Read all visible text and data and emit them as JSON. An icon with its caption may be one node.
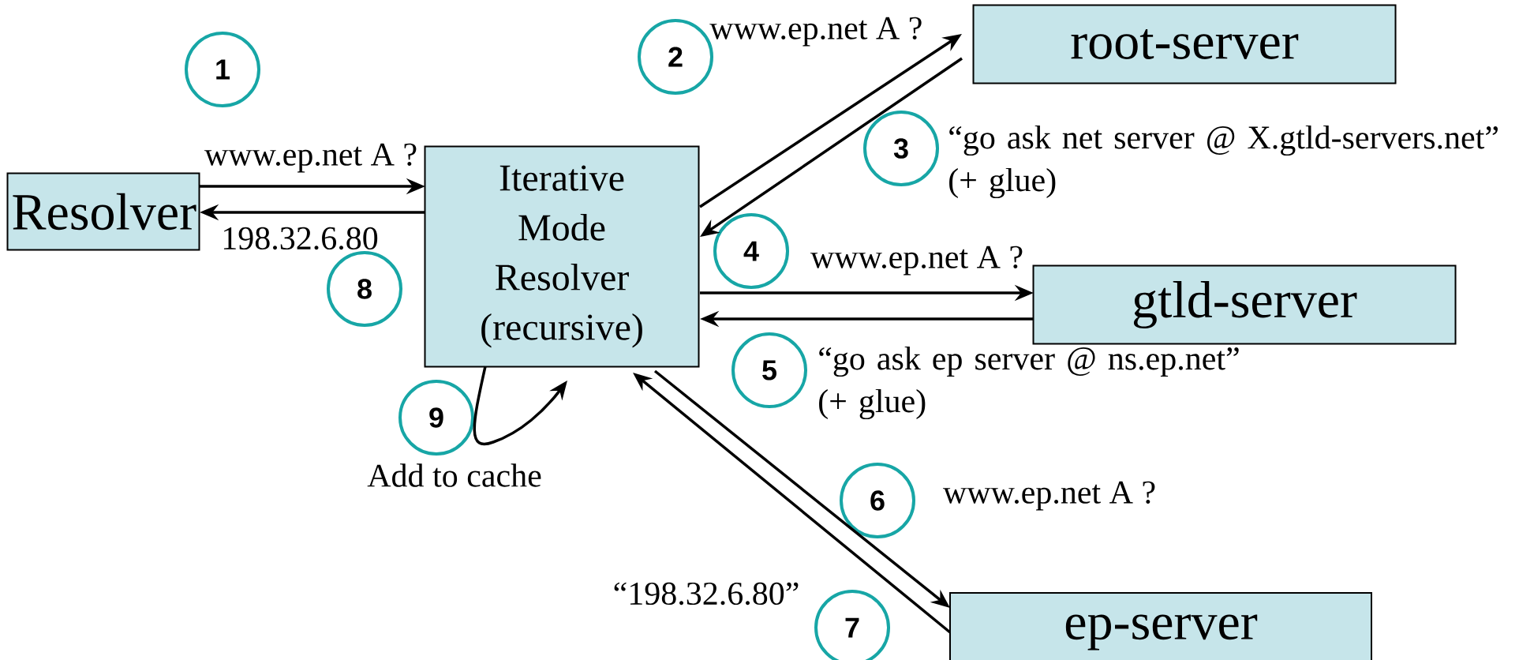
{
  "diagram": {
    "nodes": [
      {
        "text": [
          "Resolver"
        ]
      },
      {
        "text": [
          "Iterative Mode Resolver (recursive)"
        ]
      },
      {
        "text": [
          "root-server"
        ]
      },
      {
        "text": [
          "gtld-server"
        ]
      },
      {
        "text": [
          "ep-server"
        ]
      },
      {
        "text": [
          "1"
        ]
      },
      {
        "text": [
          "2"
        ]
      },
      {
        "text": [
          "3"
        ]
      },
      {
        "text": [
          "4"
        ]
      },
      {
        "text": [
          "5"
        ]
      },
      {
        "text": [
          "6"
        ]
      },
      {
        "text": [
          "7"
        ]
      },
      {
        "text": [
          "8"
        ]
      },
      {
        "text": [
          "9"
        ]
      }
    ],
    "edges": [
      {
        "from": 0,
        "to": 1,
        "arrow": "to",
        "label": "www.ep.net A ?"
      },
      {
        "from": 1,
        "to": 0,
        "arrow": "to",
        "label": "198.32.6.80"
      },
      {
        "from": 1,
        "to": 2,
        "arrow": "to",
        "label": "www.ep.net A ?"
      },
      {
        "from": 2,
        "to": 1,
        "arrow": "to",
        "label": "“go ask net server @ X.gtld-servers.net” (+ glue)"
      },
      {
        "from": 1,
        "to": 3,
        "arrow": "to",
        "label": "www.ep.net A ?"
      },
      {
        "from": 3,
        "to": 1,
        "arrow": "to",
        "label": "“go ask ep server @ ns.ep.net” (+ glue)"
      },
      {
        "from": 1,
        "to": 4,
        "arrow": "to",
        "label": "www.ep.net A ?"
      },
      {
        "from": 4,
        "to": 1,
        "arrow": "to",
        "label": "“198.32.6.80”"
      },
      {
        "from": 1,
        "to": 1,
        "arrow": "to",
        "label": "Add to cache"
      }
    ]
  }
}
